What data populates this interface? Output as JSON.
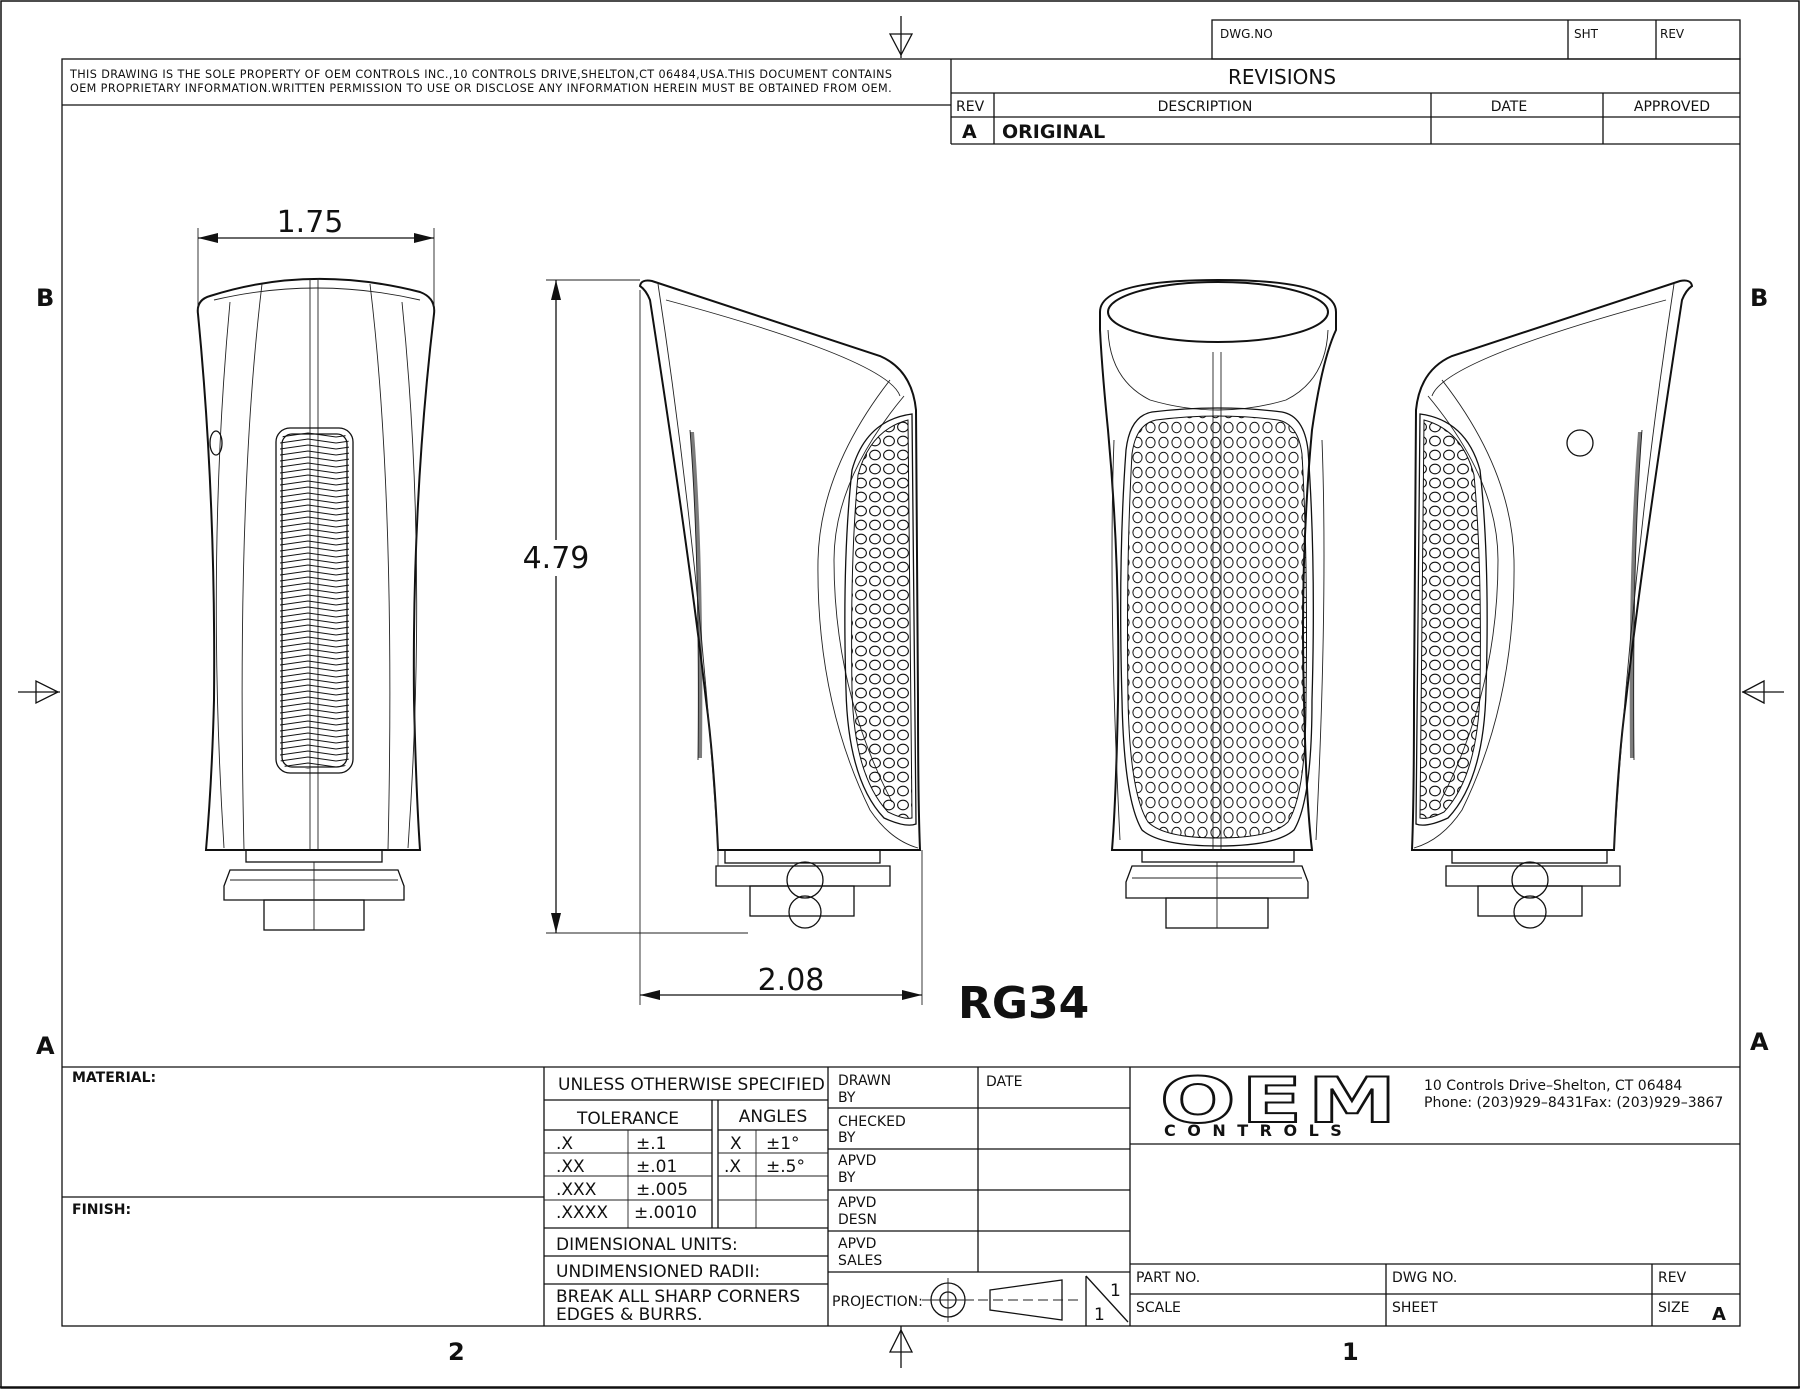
{
  "title_block_top": {
    "dwg_no_label": "DWG.NO",
    "sht_label": "SHT",
    "rev_label": "REV"
  },
  "legal": {
    "line1": "THIS DRAWING IS THE SOLE PROPERTY OF OEM CONTROLS INC.,10 CONTROLS DRIVE,SHELTON,CT 06484,USA.THIS DOCUMENT CONTAINS",
    "line2": "OEM PROPRIETARY INFORMATION.WRITTEN PERMISSION TO USE OR DISCLOSE ANY INFORMATION HEREIN MUST BE OBTAINED FROM OEM."
  },
  "revisions": {
    "title": "REVISIONS",
    "headers": [
      "REV",
      "DESCRIPTION",
      "DATE",
      "APPROVED"
    ],
    "rows": [
      {
        "rev": "A",
        "description": "ORIGINAL",
        "date": "",
        "approved": ""
      }
    ]
  },
  "zones": {
    "top": "B",
    "bottom": "A",
    "left": "2",
    "right": "1"
  },
  "dimensions": {
    "width_front": "1.75",
    "height": "4.79",
    "depth": "2.08"
  },
  "part_name": "RG34",
  "material_label": "MATERIAL:",
  "finish_label": "FINISH:",
  "tolerance_block": {
    "header": "UNLESS OTHERWISE SPECIFIED",
    "tol_title": "TOLERANCE",
    "ang_title": "ANGLES",
    "tol_rows": [
      {
        "place": ".X",
        "tol": "±.1"
      },
      {
        "place": ".XX",
        "tol": "±.01"
      },
      {
        "place": ".XXX",
        "tol": "±.005"
      },
      {
        "place": ".XXXX",
        "tol": "±.0010"
      }
    ],
    "ang_rows": [
      {
        "place": "X",
        "tol": "±1°"
      },
      {
        "place": ".X",
        "tol": "±.5°"
      }
    ],
    "dimensional_units": "DIMENSIONAL UNITS:",
    "undimensioned_radii": "UNDIMENSIONED RADII:",
    "break_line1": "BREAK ALL SHARP CORNERS",
    "break_line2": "EDGES & BURRS."
  },
  "approvals": {
    "date_label": "DATE",
    "rows": [
      {
        "l1": "DRAWN",
        "l2": "BY"
      },
      {
        "l1": "CHECKED",
        "l2": "BY"
      },
      {
        "l1": "APVD",
        "l2": "BY"
      },
      {
        "l1": "APVD",
        "l2": "DESN"
      },
      {
        "l1": "APVD",
        "l2": "SALES"
      }
    ],
    "projection_label": "PROJECTION:",
    "scale_num": "1",
    "scale_den": "1"
  },
  "company": {
    "logo_text": "OEM",
    "logo_sub": "CONTROLS",
    "address": "10 Controls Drive–Shelton, CT 06484",
    "phone": "Phone: (203)929–8431Fax: (203)929–3867"
  },
  "title_block_bottom": {
    "part_no_label": "PART NO.",
    "dwg_no_label": "DWG NO.",
    "rev_label": "REV",
    "scale_label": "SCALE",
    "sheet_label": "SHEET",
    "size_label": "SIZE",
    "size_value": "A"
  },
  "colors": {
    "ink": "#111111",
    "paper": "#ffffff"
  }
}
